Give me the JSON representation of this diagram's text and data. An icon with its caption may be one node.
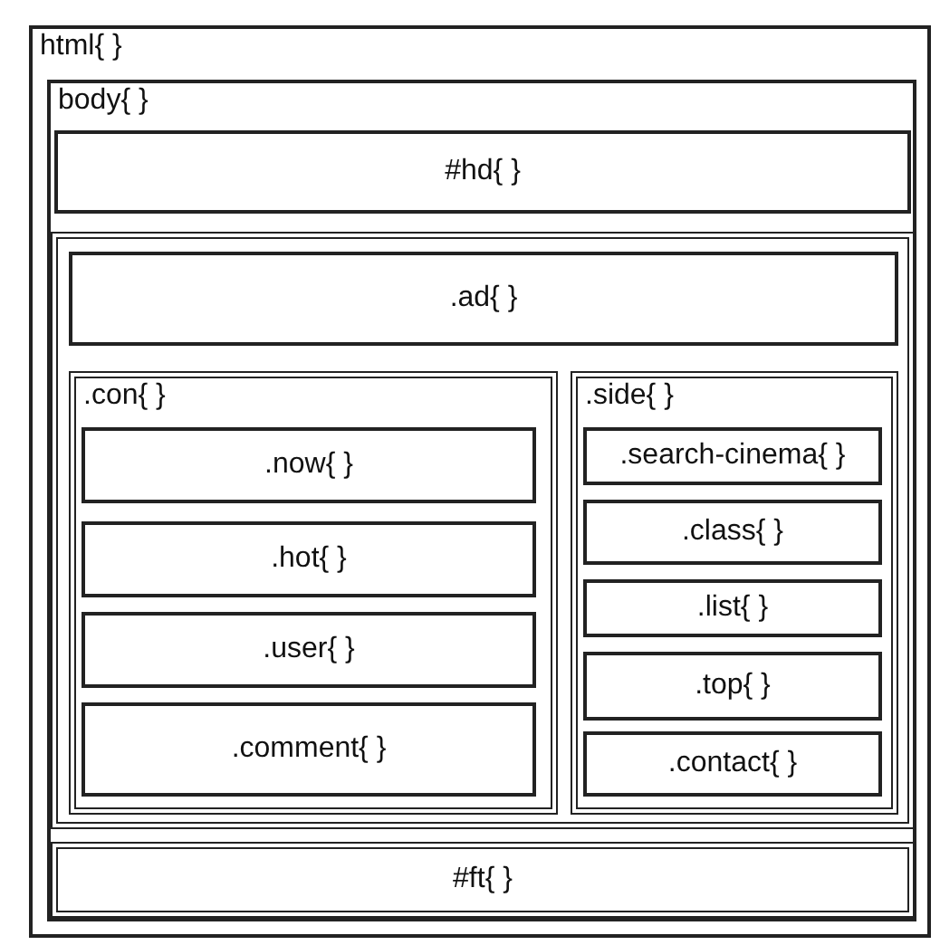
{
  "diagram": {
    "nodes": [
      {
        "text": [
          "html{ }"
        ]
      },
      {
        "text": [
          "body{ }"
        ],
        "in": 0
      },
      {
        "text": [
          "#hd{ }"
        ],
        "in": 1
      },
      {
        "text": [],
        "shape": "box",
        "in": 1
      },
      {
        "text": [
          ".ad{ }"
        ],
        "in": 3
      },
      {
        "text": [
          ".con{ }"
        ],
        "in": 3
      },
      {
        "text": [
          ".now{ }"
        ],
        "in": 5
      },
      {
        "text": [
          ".hot{ }"
        ],
        "in": 5
      },
      {
        "text": [
          ".user{ }"
        ],
        "in": 5
      },
      {
        "text": [
          ".comment{ }"
        ],
        "in": 5
      },
      {
        "text": [
          ".side{ }"
        ],
        "in": 3
      },
      {
        "text": [
          ".search-cinema{ }"
        ],
        "in": 10
      },
      {
        "text": [
          ".class{ }"
        ],
        "in": 10
      },
      {
        "text": [
          ".list{ }"
        ],
        "in": 10
      },
      {
        "text": [
          ".top{ }"
        ],
        "in": 10
      },
      {
        "text": [
          ".contact{ }"
        ],
        "in": 10
      },
      {
        "text": [
          "#ft{ }"
        ],
        "in": 1
      }
    ]
  }
}
